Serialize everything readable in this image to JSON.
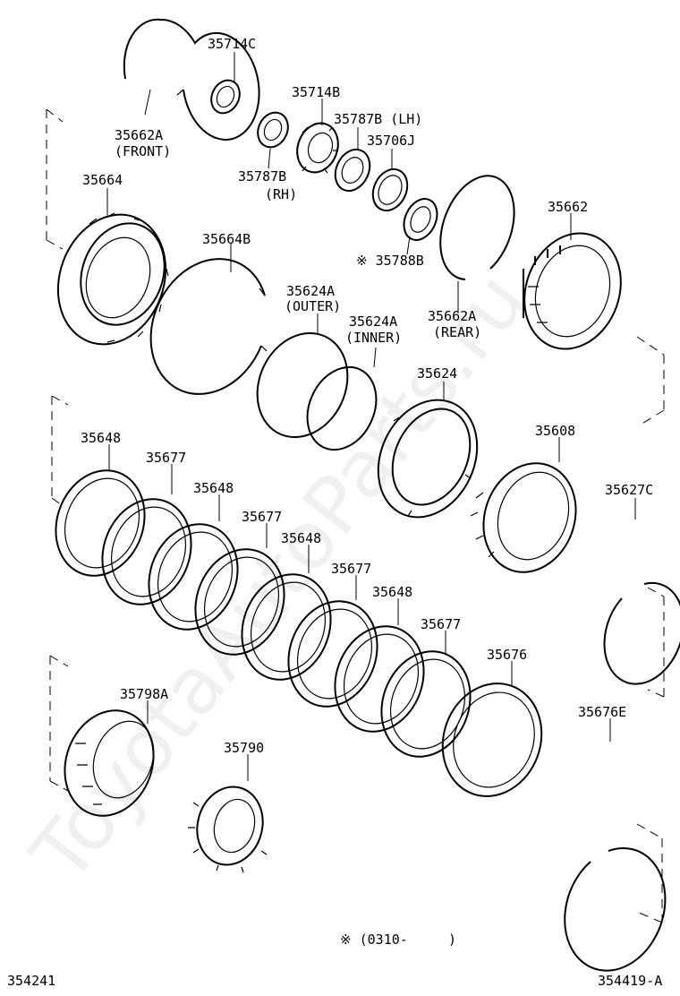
{
  "watermark": "ToyotaAutoParts.ru",
  "footer": {
    "left_code": "354241",
    "right_code": "354419-A",
    "note": "※ (0310-     )"
  },
  "parts": [
    {
      "id": "35714C",
      "label": "35714C"
    },
    {
      "id": "35662A_front",
      "label": "35662A",
      "sublabel": "(FRONT)"
    },
    {
      "id": "35714B",
      "label": "35714B"
    },
    {
      "id": "35787B_lh",
      "label": "35787B (LH)"
    },
    {
      "id": "35706J",
      "label": "35706J"
    },
    {
      "id": "35787B_rh",
      "label": "35787B",
      "sublabel": "(RH)"
    },
    {
      "id": "35664",
      "label": "35664"
    },
    {
      "id": "35662",
      "label": "35662"
    },
    {
      "id": "35788B",
      "label": "※ 35788B"
    },
    {
      "id": "35664B",
      "label": "35664B"
    },
    {
      "id": "35624A_outer",
      "label": "35624A",
      "sublabel": "(OUTER)"
    },
    {
      "id": "35624A_inner",
      "label": "35624A",
      "sublabel": "(INNER)"
    },
    {
      "id": "35662A_rear",
      "label": "35662A",
      "sublabel": "(REAR)"
    },
    {
      "id": "35624",
      "label": "35624"
    },
    {
      "id": "35608",
      "label": "35608"
    },
    {
      "id": "35648_1",
      "label": "35648"
    },
    {
      "id": "35677_1",
      "label": "35677"
    },
    {
      "id": "35648_2",
      "label": "35648"
    },
    {
      "id": "35627C",
      "label": "35627C"
    },
    {
      "id": "35677_2",
      "label": "35677"
    },
    {
      "id": "35648_3",
      "label": "35648"
    },
    {
      "id": "35677_3",
      "label": "35677"
    },
    {
      "id": "35648_4",
      "label": "35648"
    },
    {
      "id": "35677_4",
      "label": "35677"
    },
    {
      "id": "35676",
      "label": "35676"
    },
    {
      "id": "35798A",
      "label": "35798A"
    },
    {
      "id": "35676E",
      "label": "35676E"
    },
    {
      "id": "35790",
      "label": "35790"
    }
  ]
}
